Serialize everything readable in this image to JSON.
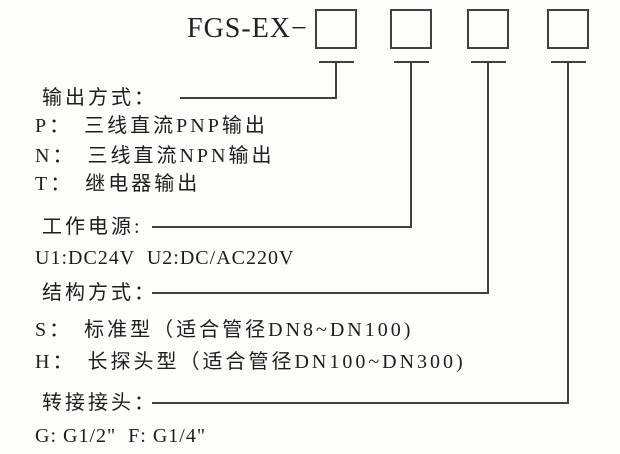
{
  "title": {
    "model": "FGS-EX",
    "separator": "−"
  },
  "code_boxes": [
    {
      "name": "output-mode-box"
    },
    {
      "name": "power-supply-box"
    },
    {
      "name": "structure-type-box"
    },
    {
      "name": "adapter-joint-box"
    }
  ],
  "sections": [
    {
      "label": "输出方式：",
      "options": [
        {
          "code": "P：",
          "desc": "三线直流PNP输出"
        },
        {
          "code": "N：",
          "desc": "三线直流NPN输出"
        },
        {
          "code": "T：",
          "desc": "继电器输出"
        }
      ]
    },
    {
      "label": "工作电源:",
      "options": [
        {
          "code": "",
          "desc": "U1:DC24V  U2:DC/AC220V"
        }
      ]
    },
    {
      "label": "结构方式：",
      "options": [
        {
          "code": "S：",
          "desc": "标准型（适合管径DN8~DN100)"
        },
        {
          "code": "H：",
          "desc": "长探头型（适合管径DN100~DN300)"
        }
      ]
    },
    {
      "label": "转接接头：",
      "options": [
        {
          "code": "",
          "desc": "G: G1/2\"  F: G1/4\""
        }
      ]
    }
  ],
  "colors": {
    "line": "#414141",
    "text": "#1d1d1d",
    "background": "#fdfdfc"
  }
}
